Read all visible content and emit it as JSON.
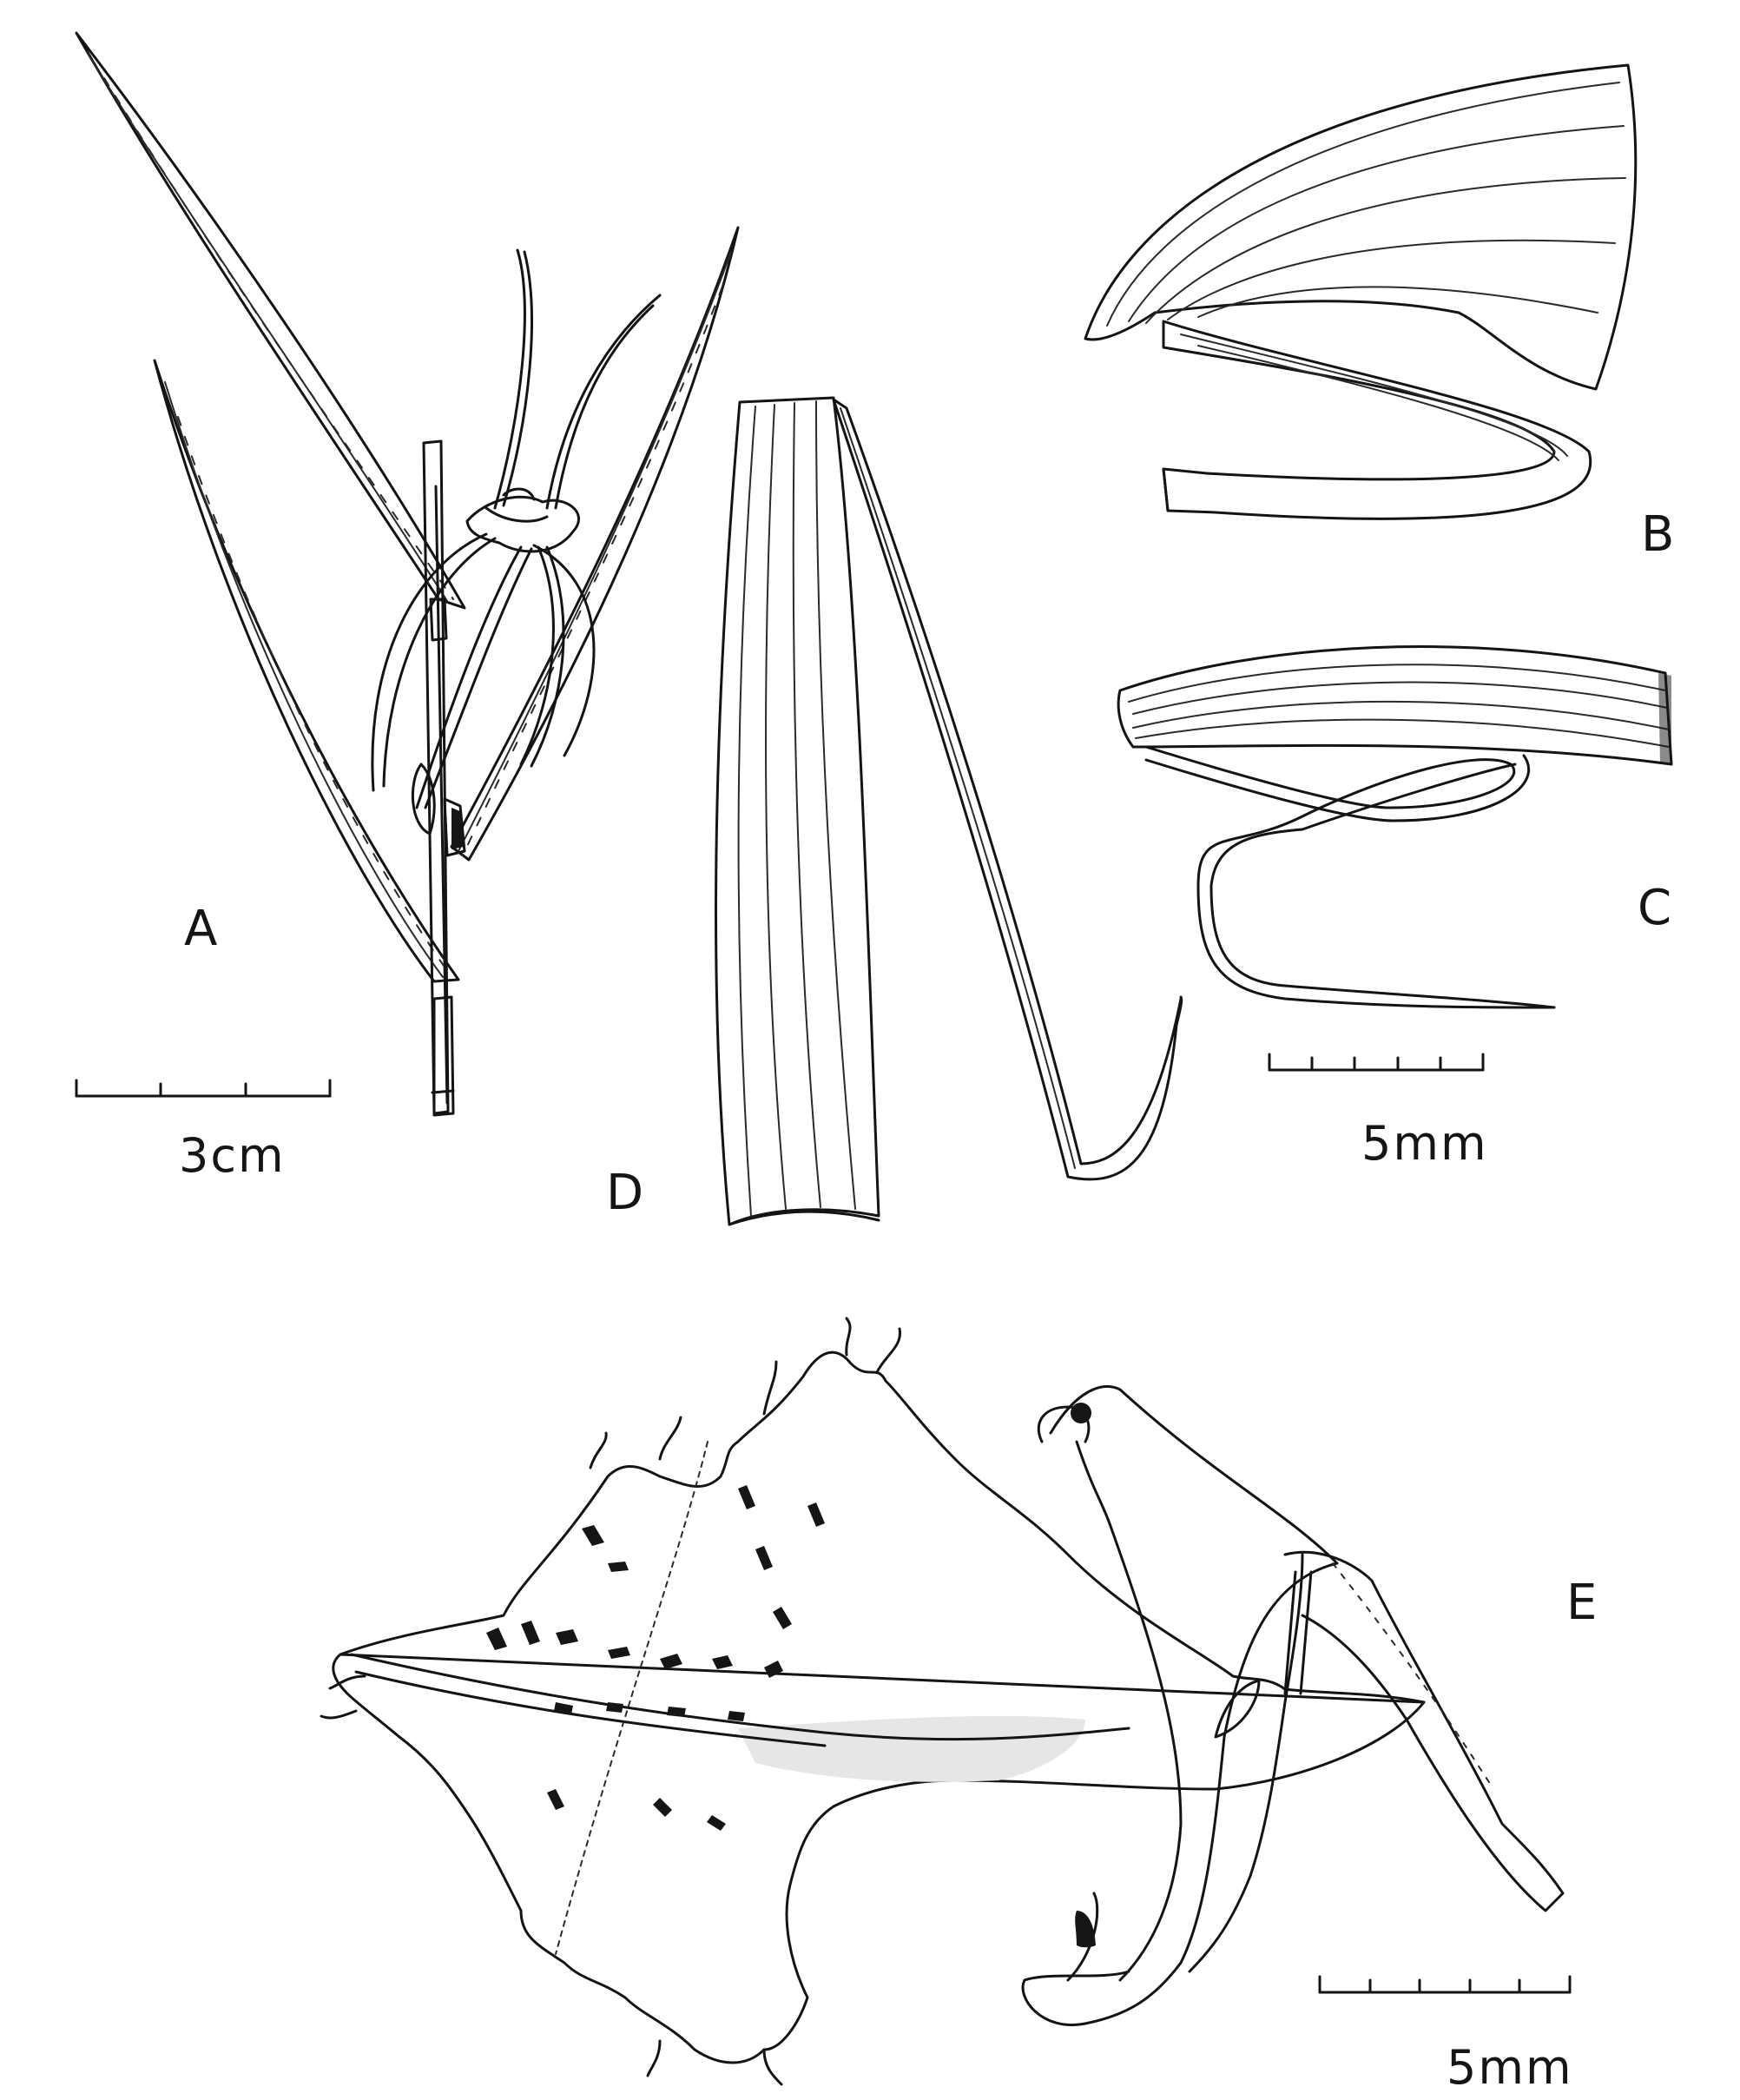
{
  "figure": {
    "panels": [
      {
        "id": "A",
        "label": "A"
      },
      {
        "id": "B",
        "label": "B"
      },
      {
        "id": "C",
        "label": "C"
      },
      {
        "id": "D",
        "label": "D"
      },
      {
        "id": "E",
        "label": "E"
      }
    ],
    "scale_bars": [
      {
        "id": "plant",
        "label": "3cm"
      },
      {
        "id": "sepals",
        "label": "5mm"
      },
      {
        "id": "labellum",
        "label": "5mm"
      }
    ]
  }
}
